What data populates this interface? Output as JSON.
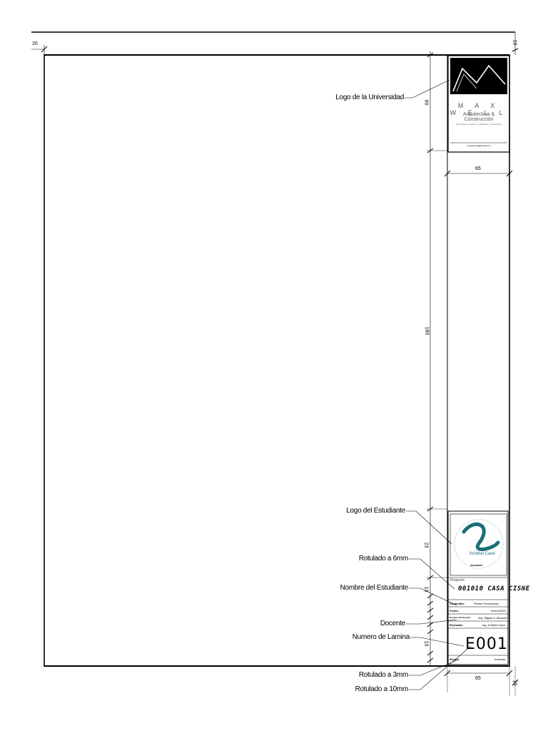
{
  "annotations": {
    "logo_universidad": "Logo de la Universidad",
    "logo_estudiante": "Logo del Estudiante",
    "rotulado_6mm": "Rotulado a 6mm",
    "nombre_estudiante": "Nombre del Estudiante",
    "docente": "Docente",
    "numero_lamina": "Numero de Lamina",
    "rotulado_3mm": "Rotulado a 3mm",
    "rotulado_10mm": "Rotulado a 10mm"
  },
  "dimensions": {
    "left_margin": "20",
    "top_margin": "10",
    "logo_height": "60",
    "column_width_top": "65",
    "middle_height": "180",
    "student_logo_height": "23",
    "rows_10": "10",
    "rows_10b": "10",
    "column_width_bottom": "65",
    "bottom_margin": "10"
  },
  "university_logo": {
    "name": "M A X W E L L",
    "subtitle": "Arquitectura & Construcción",
    "tagline": "Tecnología en Diseño y Calidad en Construcción",
    "email": "maxwell.arq@gmail.com"
  },
  "student_logo": {
    "name": "Kristhel Cane",
    "caption": "INGENIERIA"
  },
  "title_block": {
    "proyecto_label": "Proyecto",
    "proyecto_name": "001010 CASA CISNE",
    "contenido_label": "Contenido:",
    "contenido_value": "Planta Fundaciones",
    "fecha_label": "Fecha:",
    "fecha_value": "Enero/2020",
    "docente_label": "Nombre del Docente:",
    "docente_value": "Arq. Miguel A. Maxwell",
    "revisado_label": "Revisado:",
    "revisado_value": "Ing. Kristhel Cane",
    "lamina": "E001",
    "escala_label": "Escala:",
    "escala_value": "Indicada"
  },
  "colors": {
    "line": "#000000",
    "logo_teal": "#1f6e78"
  }
}
